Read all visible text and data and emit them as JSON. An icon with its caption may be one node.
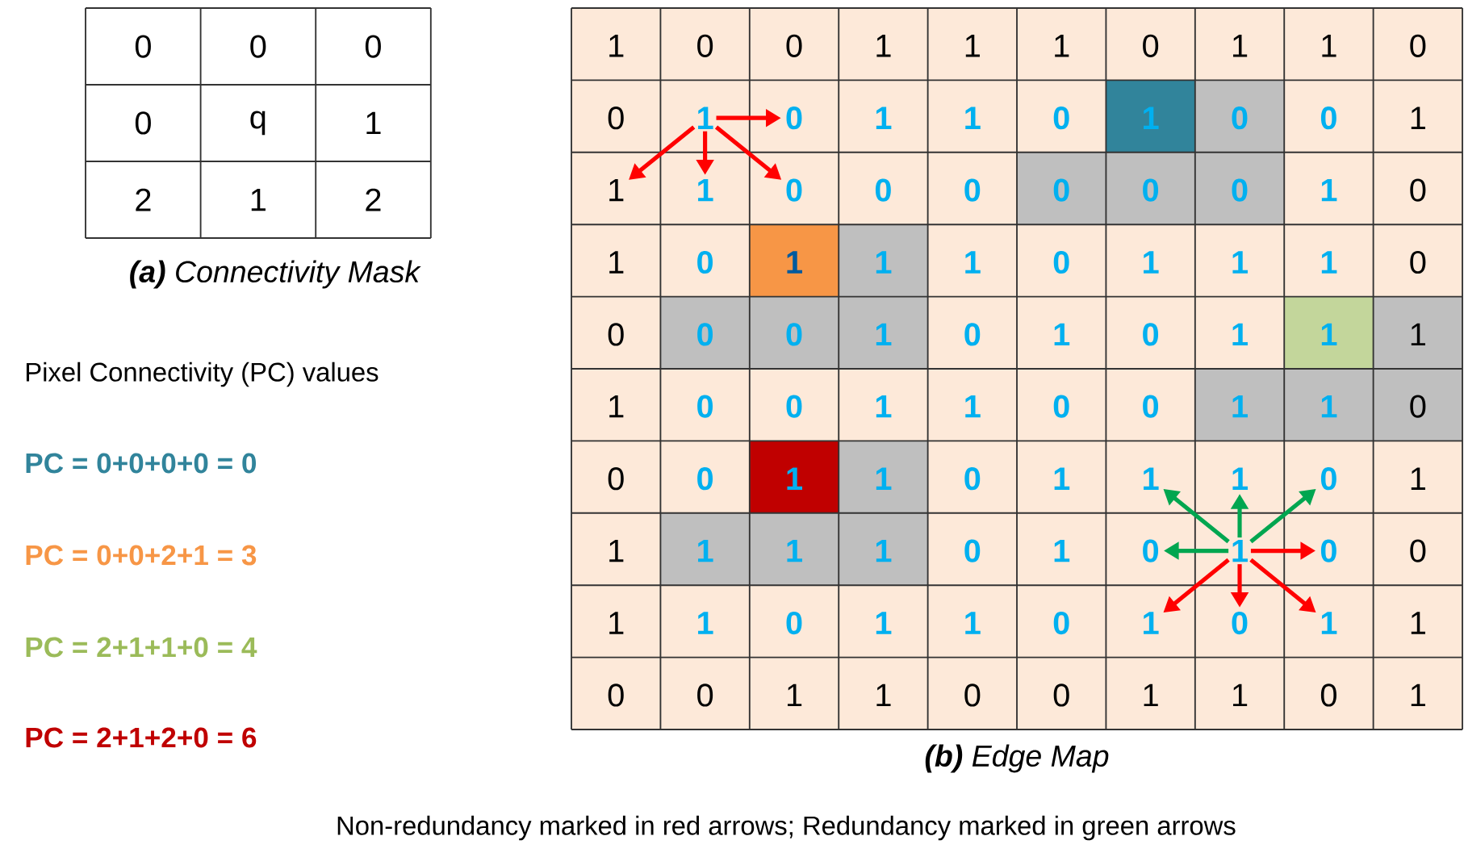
{
  "diagram": {
    "nodes": [
      {
        "text": [
          "0"
        ]
      },
      {
        "text": [
          "0"
        ]
      },
      {
        "text": [
          "0"
        ]
      },
      {
        "text": [
          "0"
        ]
      },
      {
        "text": [
          "q"
        ]
      },
      {
        "text": [
          "1"
        ]
      },
      {
        "text": [
          "2"
        ]
      },
      {
        "text": [
          "1"
        ]
      },
      {
        "text": [
          "2"
        ]
      },
      {
        "text": [
          "1"
        ]
      },
      {
        "text": [
          "0"
        ]
      },
      {
        "text": [
          "0"
        ]
      },
      {
        "text": [
          "1"
        ]
      },
      {
        "text": [
          "1"
        ]
      },
      {
        "text": [
          "1"
        ]
      },
      {
        "text": [
          "0"
        ]
      },
      {
        "text": [
          "1"
        ]
      },
      {
        "text": [
          "1"
        ]
      },
      {
        "text": [
          "0"
        ]
      },
      {
        "text": [
          "0"
        ]
      },
      {
        "text": [
          "1"
        ]
      },
      {
        "text": [
          "0"
        ]
      },
      {
        "text": [
          "1"
        ]
      },
      {
        "text": [
          "1"
        ]
      },
      {
        "text": [
          "0"
        ]
      },
      {
        "text": [
          "1"
        ]
      },
      {
        "text": [
          "0"
        ]
      },
      {
        "text": [
          "0"
        ]
      },
      {
        "text": [
          "1"
        ]
      },
      {
        "text": [
          "1"
        ]
      },
      {
        "text": [
          "1"
        ]
      },
      {
        "text": [
          "0"
        ]
      },
      {
        "text": [
          "0"
        ]
      },
      {
        "text": [
          "0"
        ]
      },
      {
        "text": [
          "0"
        ]
      },
      {
        "text": [
          "0"
        ]
      },
      {
        "text": [
          "0"
        ]
      },
      {
        "text": [
          "1"
        ]
      },
      {
        "text": [
          "0"
        ]
      },
      {
        "text": [
          "1"
        ]
      },
      {
        "text": [
          "0"
        ]
      },
      {
        "text": [
          "1"
        ]
      },
      {
        "text": [
          "1"
        ]
      },
      {
        "text": [
          "1"
        ]
      },
      {
        "text": [
          "0"
        ]
      },
      {
        "text": [
          "1"
        ]
      },
      {
        "text": [
          "1"
        ]
      },
      {
        "text": [
          "1"
        ]
      },
      {
        "text": [
          "0"
        ]
      },
      {
        "text": [
          "0"
        ]
      },
      {
        "text": [
          "0"
        ]
      },
      {
        "text": [
          "0"
        ]
      },
      {
        "text": [
          "1"
        ]
      },
      {
        "text": [
          "0"
        ]
      },
      {
        "text": [
          "1"
        ]
      },
      {
        "text": [
          "0"
        ]
      },
      {
        "text": [
          "1"
        ]
      },
      {
        "text": [
          "1"
        ]
      },
      {
        "text": [
          "1"
        ]
      },
      {
        "text": [
          "1"
        ]
      },
      {
        "text": [
          "0"
        ]
      },
      {
        "text": [
          "0"
        ]
      },
      {
        "text": [
          "1"
        ]
      },
      {
        "text": [
          "1"
        ]
      },
      {
        "text": [
          "0"
        ]
      },
      {
        "text": [
          "0"
        ]
      },
      {
        "text": [
          "1"
        ]
      },
      {
        "text": [
          "1"
        ]
      },
      {
        "text": [
          "0"
        ]
      },
      {
        "text": [
          "0"
        ]
      },
      {
        "text": [
          "0"
        ]
      },
      {
        "text": [
          "1"
        ]
      },
      {
        "text": [
          "1"
        ]
      },
      {
        "text": [
          "0"
        ]
      },
      {
        "text": [
          "1"
        ]
      },
      {
        "text": [
          "1"
        ]
      },
      {
        "text": [
          "1"
        ]
      },
      {
        "text": [
          "0"
        ]
      },
      {
        "text": [
          "1"
        ]
      },
      {
        "text": [
          "1"
        ]
      },
      {
        "text": [
          "1"
        ]
      },
      {
        "text": [
          "1"
        ]
      },
      {
        "text": [
          "1"
        ]
      },
      {
        "text": [
          "0"
        ]
      },
      {
        "text": [
          "1"
        ]
      },
      {
        "text": [
          "0"
        ]
      },
      {
        "text": [
          "1"
        ]
      },
      {
        "text": [
          "0"
        ]
      },
      {
        "text": [
          "0"
        ]
      },
      {
        "text": [
          "1"
        ]
      },
      {
        "text": [
          "1"
        ]
      },
      {
        "text": [
          "0"
        ]
      },
      {
        "text": [
          "1"
        ]
      },
      {
        "text": [
          "1"
        ]
      },
      {
        "text": [
          "0"
        ]
      },
      {
        "text": [
          "1"
        ]
      },
      {
        "text": [
          "0"
        ]
      },
      {
        "text": [
          "1"
        ]
      },
      {
        "text": [
          "1"
        ]
      },
      {
        "text": [
          "0"
        ]
      },
      {
        "text": [
          "0"
        ]
      },
      {
        "text": [
          "1"
        ]
      },
      {
        "text": [
          "1"
        ]
      },
      {
        "text": [
          "0"
        ]
      },
      {
        "text": [
          "0"
        ]
      },
      {
        "text": [
          "1"
        ]
      },
      {
        "text": [
          "1"
        ]
      },
      {
        "text": [
          "0"
        ]
      },
      {
        "text": [
          "1"
        ]
      }
    ],
    "edges": [
      {
        "from": 20,
        "to": 21,
        "arrow": "to"
      },
      {
        "from": 20,
        "to": 29,
        "arrow": "to"
      },
      {
        "from": 20,
        "to": 30,
        "arrow": "to"
      },
      {
        "from": 20,
        "to": 31,
        "arrow": "to"
      },
      {
        "from": 86,
        "to": 85,
        "arrow": "to",
        "color": "#00a650"
      },
      {
        "from": 86,
        "to": 75,
        "arrow": "to",
        "color": "#00a650"
      },
      {
        "from": 86,
        "to": 76,
        "arrow": "to",
        "color": "#00a650"
      },
      {
        "from": 86,
        "to": 77,
        "arrow": "to",
        "color": "#00a650"
      },
      {
        "from": 86,
        "to": 87,
        "arrow": "to"
      },
      {
        "from": 86,
        "to": 95,
        "arrow": "to"
      },
      {
        "from": 86,
        "to": 96,
        "arrow": "to"
      },
      {
        "from": 86,
        "to": 97,
        "arrow": "to"
      }
    ],
    "labels": [
      "**(a)** Connectivity Mask",
      "Pixel Connectivity (PC) values",
      "PC = 0+0+0+0 = 0",
      "PC = 0+0+2+1 = 3",
      "PC = 2+1+1+0 = 4",
      "PC = 2+1+2+0 = 6",
      "**(b)** Edge Map",
      "Non-redundancy marked in red arrows; Redundancy marked in green arrows"
    ]
  }
}
